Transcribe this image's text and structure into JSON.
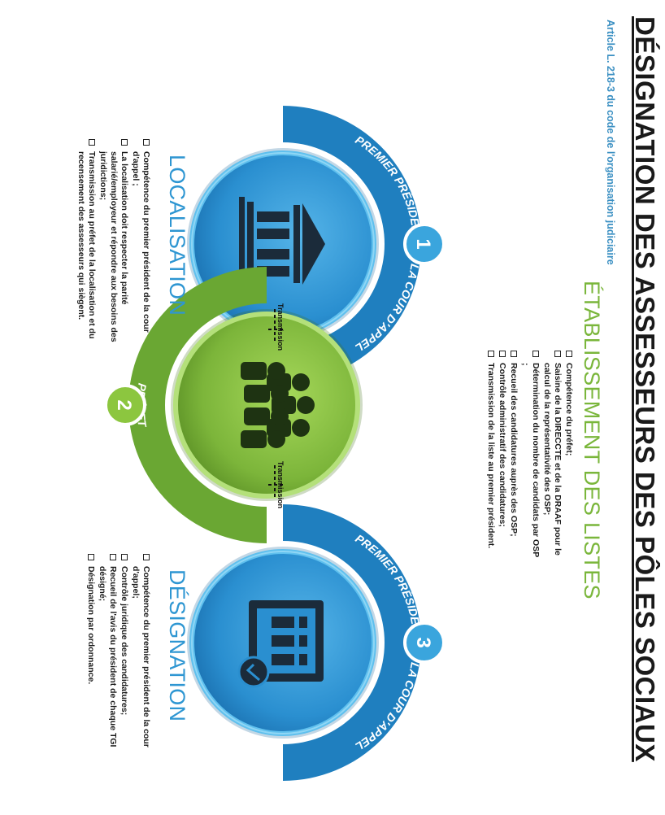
{
  "title": "DÉSIGNATION DES ASSESSEURS DES PÔLES SOCIAUX",
  "reference": "Article L. 218-3 du code de l'organisation judiciaire",
  "steps": [
    {
      "number": "1",
      "arc_label": "PREMIER PRÉSIDENT DE LA COUR D'APPEL",
      "heading": "LOCALISATION",
      "icon": "courthouse-icon",
      "bullets": [
        "Compétence du premier président de la cour d'appel ;",
        "La localisation doit respecter la parité salarié/employeur et répondre aux besoins des juridictions;",
        "Transmission au préfet de la localisation et du recensement des assesseurs qui siègent."
      ]
    },
    {
      "number": "2",
      "arc_label": "PRÉFET",
      "heading": "ÉTABLISSEMENT DES LISTES",
      "icon": "people-group-icon",
      "bullets": [
        "Compétence du préfet;",
        "Saisine de la DIRECCTE et de la DRAAF pour le calcul de la représentativité des OSP;",
        "Détermination du nombre de candidats par OSP ;",
        "Recueil des candidatures auprès des OSP;",
        "Contrôle administratif des candidatures;",
        "Transmission de la liste au premier président."
      ]
    },
    {
      "number": "3",
      "arc_label": "PREMIER PRÉSIDENT DE LA COUR D'APPEL",
      "heading": "DÉSIGNATION",
      "icon": "document-check-icon",
      "bullets": [
        "Compétence du premier président de la cour d'appel;",
        "Contrôle juridique des candidatures;",
        "Recueil de l'avis du président de chaque TGI désigné;",
        "Désignation par ordonnance."
      ]
    }
  ],
  "connectors": [
    "Transmission",
    "Transmission"
  ],
  "colors": {
    "blue_dark": "#1f7fbf",
    "blue_light": "#2e96d2",
    "blue_ring": "#3aa5dd",
    "green_dark": "#5f9a2c",
    "green_light": "#8cc63f",
    "title": "#1a1a1a",
    "reference": "#3a8fc2"
  }
}
